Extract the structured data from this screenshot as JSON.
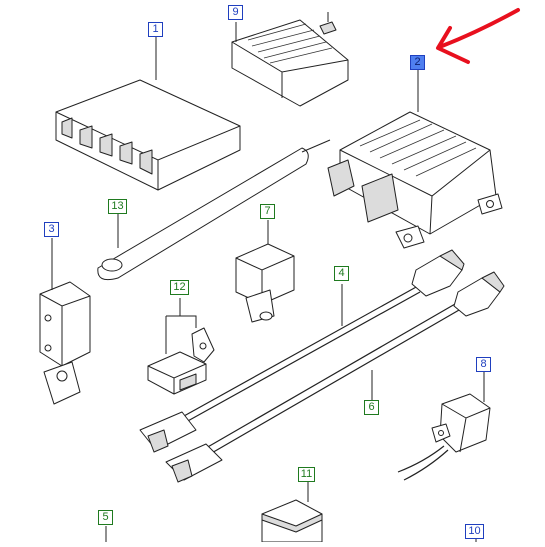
{
  "parts": [
    {
      "key": "p1",
      "number": "1",
      "style": "blue"
    },
    {
      "key": "p2",
      "number": "2",
      "style": "blue",
      "selected": true
    },
    {
      "key": "p3",
      "number": "3",
      "style": "blue"
    },
    {
      "key": "p4",
      "number": "4",
      "style": "green"
    },
    {
      "key": "p5",
      "number": "5",
      "style": "green"
    },
    {
      "key": "p6",
      "number": "6",
      "style": "green"
    },
    {
      "key": "p7",
      "number": "7",
      "style": "green"
    },
    {
      "key": "p8",
      "number": "8",
      "style": "blue"
    },
    {
      "key": "p9",
      "number": "9",
      "style": "blue"
    },
    {
      "key": "p10",
      "number": "10",
      "style": "blue"
    },
    {
      "key": "p11",
      "number": "11",
      "style": "green"
    },
    {
      "key": "p12",
      "number": "12",
      "style": "green"
    },
    {
      "key": "p13",
      "number": "13",
      "style": "green"
    }
  ],
  "colors": {
    "label_blue": "#1f3fbf",
    "label_green": "#1f7a1f",
    "selected_fill": "#4f7ff0",
    "annotation_arrow": "#e8101e"
  }
}
